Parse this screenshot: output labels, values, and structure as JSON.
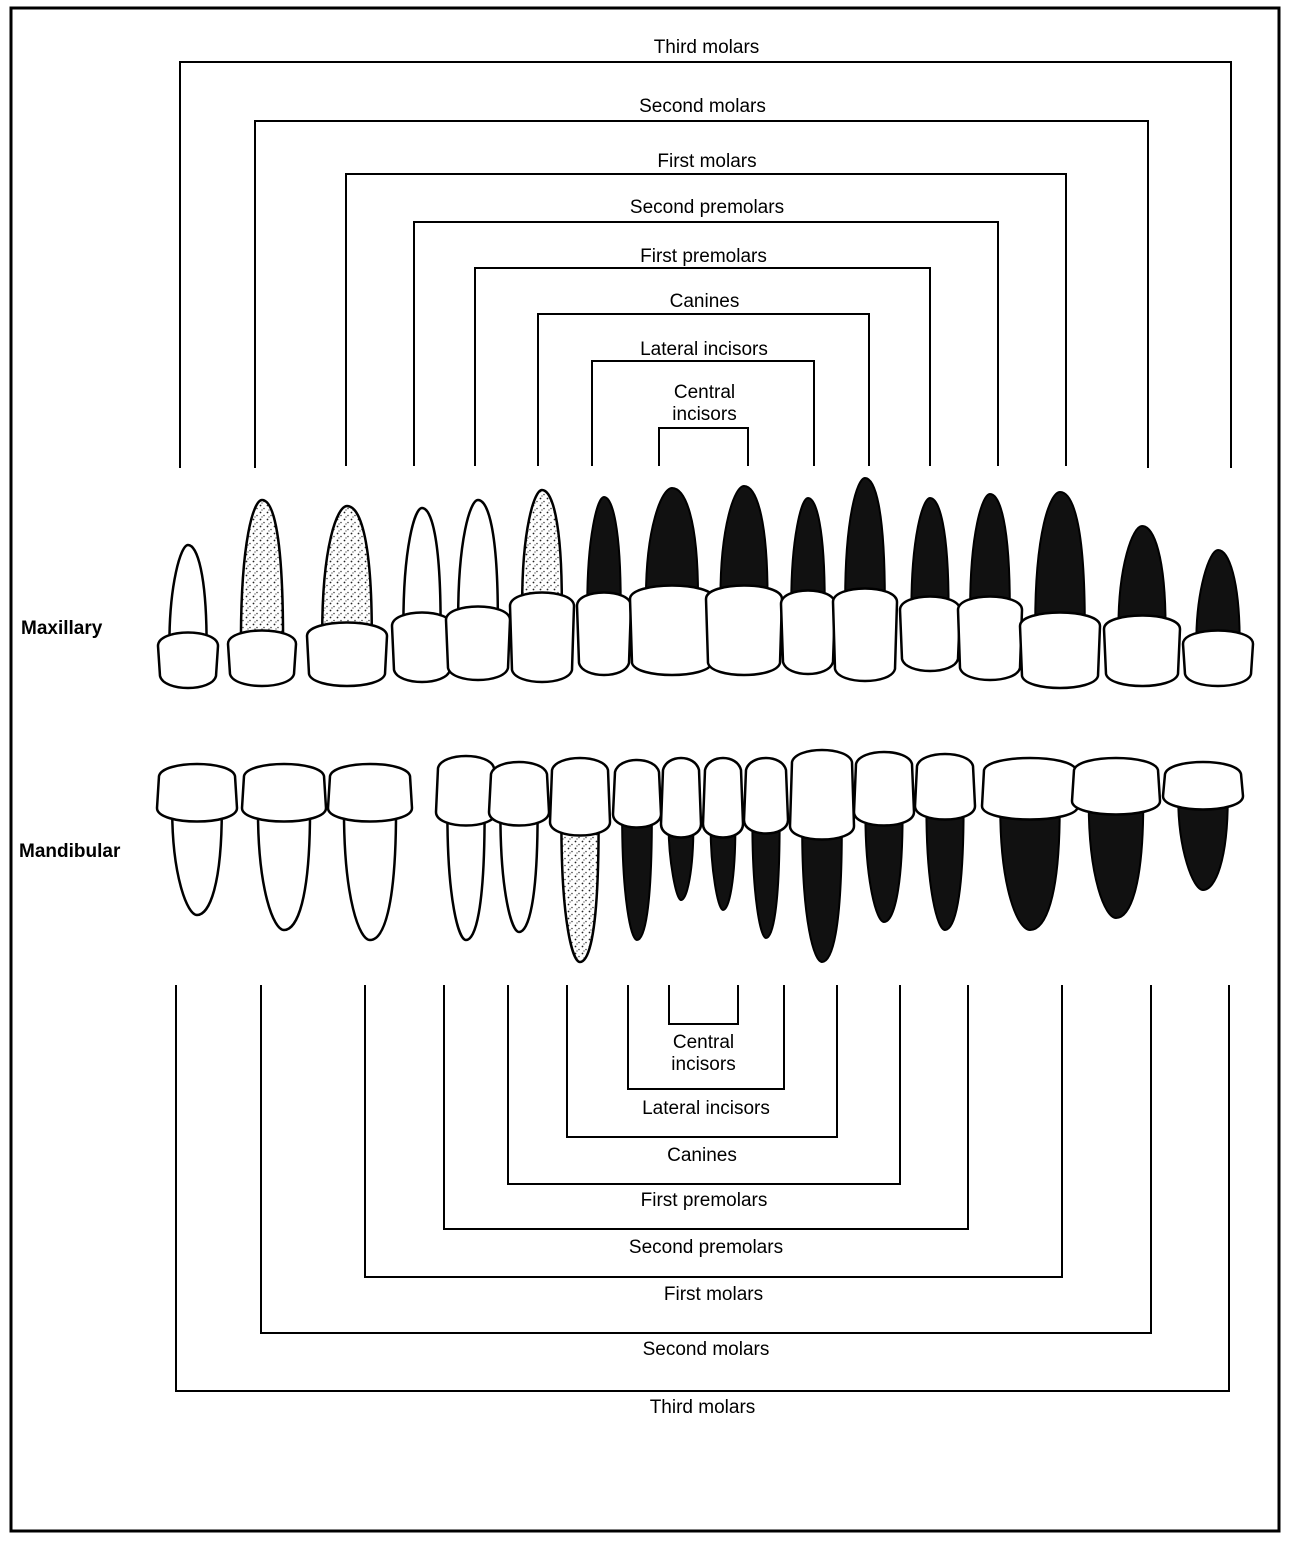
{
  "row_labels": {
    "maxillary": "Maxillary",
    "mandibular": "Mandibular"
  },
  "upper_brackets": [
    {
      "label": "Third molars"
    },
    {
      "label": "Second molars"
    },
    {
      "label": "First molars"
    },
    {
      "label": "Second premolars"
    },
    {
      "label": "First premolars"
    },
    {
      "label": "Canines"
    },
    {
      "label": "Lateral incisors"
    },
    {
      "label": "Central incisors",
      "lines": [
        "Central",
        "incisors"
      ]
    }
  ],
  "lower_brackets": [
    {
      "label": "Central incisors",
      "lines": [
        "Central",
        "incisors"
      ]
    },
    {
      "label": "Lateral incisors"
    },
    {
      "label": "Canines"
    },
    {
      "label": "First premolars"
    },
    {
      "label": "Second premolars"
    },
    {
      "label": "First molars"
    },
    {
      "label": "Second molars"
    },
    {
      "label": "Third molars"
    }
  ],
  "maxillary_teeth": [
    {
      "name": "third-molar",
      "shade": "white"
    },
    {
      "name": "second-molar",
      "shade": "stipple"
    },
    {
      "name": "first-molar",
      "shade": "stipple"
    },
    {
      "name": "second-premolar",
      "shade": "white"
    },
    {
      "name": "first-premolar",
      "shade": "white"
    },
    {
      "name": "canine",
      "shade": "stipple"
    },
    {
      "name": "lateral-incisor",
      "shade": "dark"
    },
    {
      "name": "central-incisor",
      "shade": "dark"
    },
    {
      "name": "central-incisor",
      "shade": "dark"
    },
    {
      "name": "lateral-incisor",
      "shade": "dark"
    },
    {
      "name": "canine",
      "shade": "dark"
    },
    {
      "name": "first-premolar",
      "shade": "dark"
    },
    {
      "name": "second-premolar",
      "shade": "dark"
    },
    {
      "name": "first-molar",
      "shade": "dark"
    },
    {
      "name": "second-molar",
      "shade": "dark"
    },
    {
      "name": "third-molar",
      "shade": "dark"
    }
  ],
  "mandibular_teeth": [
    {
      "name": "third-molar",
      "shade": "white"
    },
    {
      "name": "second-molar",
      "shade": "white"
    },
    {
      "name": "first-molar",
      "shade": "white"
    },
    {
      "name": "second-premolar",
      "shade": "white"
    },
    {
      "name": "first-premolar",
      "shade": "white"
    },
    {
      "name": "canine",
      "shade": "stipple"
    },
    {
      "name": "lateral-incisor",
      "shade": "dark"
    },
    {
      "name": "central-incisor",
      "shade": "dark"
    },
    {
      "name": "central-incisor",
      "shade": "dark"
    },
    {
      "name": "lateral-incisor",
      "shade": "dark"
    },
    {
      "name": "canine",
      "shade": "dark"
    },
    {
      "name": "first-premolar",
      "shade": "dark"
    },
    {
      "name": "second-premolar",
      "shade": "dark"
    },
    {
      "name": "first-molar",
      "shade": "dark"
    },
    {
      "name": "second-molar",
      "shade": "dark"
    },
    {
      "name": "third-molar",
      "shade": "dark"
    }
  ]
}
